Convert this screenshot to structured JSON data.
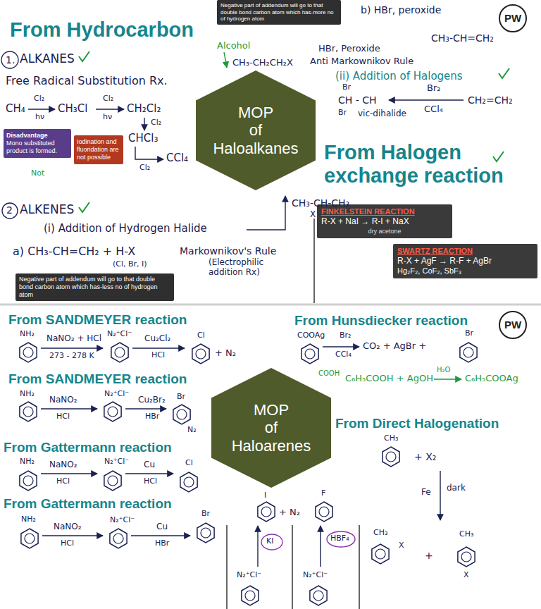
{
  "diagram": {
    "nodes": [
      {
        "text": [
          "Negative part of addendum will go to that double bond carbon atom which has-more no of hydrogen atom"
        ]
      },
      {
        "text": [
          "MOP of Haloalkanes"
        ]
      },
      {
        "text": [
          "Disadvantage",
          "Mono substituted product is formed."
        ]
      },
      {
        "text": [
          "Iodination and fluoridation are not possible"
        ]
      },
      {
        "text": [
          "FINKELSTEIN REACTION",
          "R-X + NaI → R-I + NaX",
          "dry acetone"
        ]
      },
      {
        "text": [
          "SWARTZ REACTION",
          "R-X + AgF → R-F + AgBr",
          "Hg₂F₂, CoF₂, SbF₃"
        ]
      },
      {
        "text": [
          "Negative part of addendum will go to that double bond carbon atom which has-less no of hydrogen atom"
        ]
      },
      {
        "text": [
          "MOP of Haloarenes"
        ]
      }
    ],
    "labels": [
      "From Hydrocarbon",
      "1.",
      "ALKANES",
      "Free Radical Substitution Rx.",
      "CH₄",
      "Cl₂",
      "hν",
      "CH₃Cl",
      "Cl₂",
      "hν",
      "CH₂Cl₂",
      "Cl₂",
      "CHCl₃",
      "CCl₄",
      "Cl₂",
      "Alcohol",
      "CH₃-CH₂CH₂X",
      "HBr, Peroxide",
      "Anti Markownikov Rule",
      "b) HBr, peroxide",
      "CH₃-CH=CH₂",
      "(ii) Addition of Halogens",
      "Br",
      "CH - CH",
      "Br",
      "vic-dihalide",
      "Br₂",
      "CCl₄",
      "CH₂=CH₂",
      "From Halogen exchange reaction",
      "2",
      "ALKENES",
      "(i) Addition of Hydrogen Halide",
      "a) CH₃-CH=CH₂ + H-X",
      "(Cl, Br, I)",
      "Markownikov's Rule",
      "(Electrophilic addition Rx)",
      "CH₃-CH-CH₃",
      "X",
      "Not",
      "PW",
      "PW",
      "From SANDMEYER reaction",
      "NH₂",
      "NaNO₂ + HCl",
      "273 - 278 K",
      "N₂⁺Cl⁻",
      "Cu₂Cl₂",
      "HCl",
      "Cl",
      "+ N₂",
      "From SANDMEYER reaction",
      "NH₂",
      "NaNO₂",
      "HCl",
      "N₂⁺Cl⁻",
      "Cu₂Br₂",
      "HBr",
      "Br",
      "N₂",
      "From Gattermann reaction",
      "NH₂",
      "NaNO₂",
      "HCl",
      "N₂⁺Cl⁻",
      "Cu",
      "HCl",
      "Cl",
      "From Gattermann reaction",
      "NH₂",
      "NaNO₂",
      "HCl",
      "N₂⁺Cl⁻",
      "Cu",
      "HBr",
      "Br",
      "N₂⁺Cl⁻",
      "KI",
      "I",
      "+ N₂",
      "N₂⁺Cl⁻",
      "HBF₄",
      "F",
      "From Hunsdiecker reaction",
      "COOAg",
      "Br₂",
      "CCl₄",
      "CO₂ + AgBr +",
      "Br",
      "COOH",
      "C₆H₅COOH + AgOH",
      "H₂O",
      "C₆H₅COOAg",
      "From Direct Halogenation",
      "CH₃",
      "+ X₂",
      "Fe",
      "dark",
      "CH₃",
      "X",
      "+",
      "CH₃",
      "X"
    ]
  }
}
